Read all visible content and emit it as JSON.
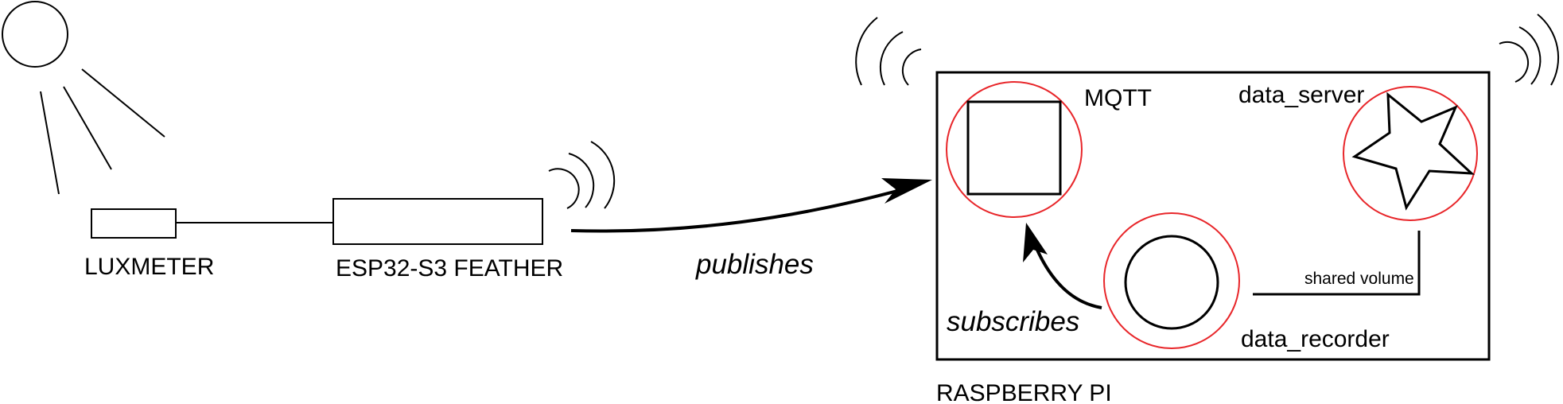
{
  "labels": {
    "luxmeter": "LUXMETER",
    "esp32": "ESP32-S3 FEATHER",
    "publishes": "publishes",
    "mqtt": "MQTT",
    "data_server": "data_server",
    "shared_volume": "shared volume",
    "subscribes": "subscribes",
    "data_recorder": "data_recorder",
    "raspberry_pi": "RASPBERRY PI"
  },
  "icons": {
    "sun": "sun-icon",
    "wifi": "wifi-signal-icon",
    "mqtt": "square-icon",
    "data_server": "star-icon",
    "data_recorder": "circle-icon"
  },
  "colors": {
    "stroke": "#000000",
    "service_ring": "#e8262a",
    "background": "#ffffff"
  }
}
